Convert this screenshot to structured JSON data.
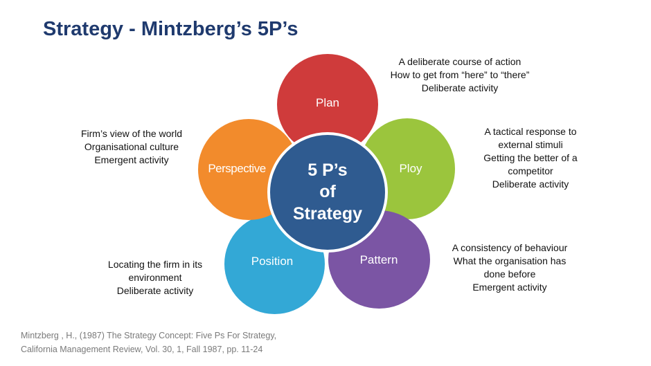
{
  "title": "Strategy - Mintzberg’s 5P’s",
  "center": {
    "line1": "5 P’s",
    "line2": "of",
    "line3": "Strategy",
    "color": "#2f5b90"
  },
  "petals": {
    "plan": {
      "label": "Plan",
      "color": "#cf3b3b"
    },
    "ploy": {
      "label": "Ploy",
      "color": "#9bc53d"
    },
    "pattern": {
      "label": "Pattern",
      "color": "#7b55a4"
    },
    "position": {
      "label": "Position",
      "color": "#33a8d6"
    },
    "perspective": {
      "label": "Perspective",
      "color": "#f28b2c"
    }
  },
  "descriptions": {
    "plan": [
      "A deliberate course of action",
      "How to get from “here” to “there”",
      "Deliberate activity"
    ],
    "ploy": [
      "A tactical response to",
      "external stimuli",
      "Getting the better of a",
      "competitor",
      "Deliberate activity"
    ],
    "pattern": [
      "A consistency of behaviour",
      "What the organisation has",
      "done before",
      "Emergent activity"
    ],
    "position": [
      "Locating the firm in its",
      "environment",
      "Deliberate activity"
    ],
    "perspective": [
      "Firm’s view of the world",
      "Organisational culture",
      "Emergent activity"
    ]
  },
  "citation": {
    "line1": "Mintzberg , H., (1987) The Strategy Concept: Five Ps For Strategy,",
    "line2": "California Management Review, Vol. 30, 1, Fall 1987, pp. 11-24"
  }
}
